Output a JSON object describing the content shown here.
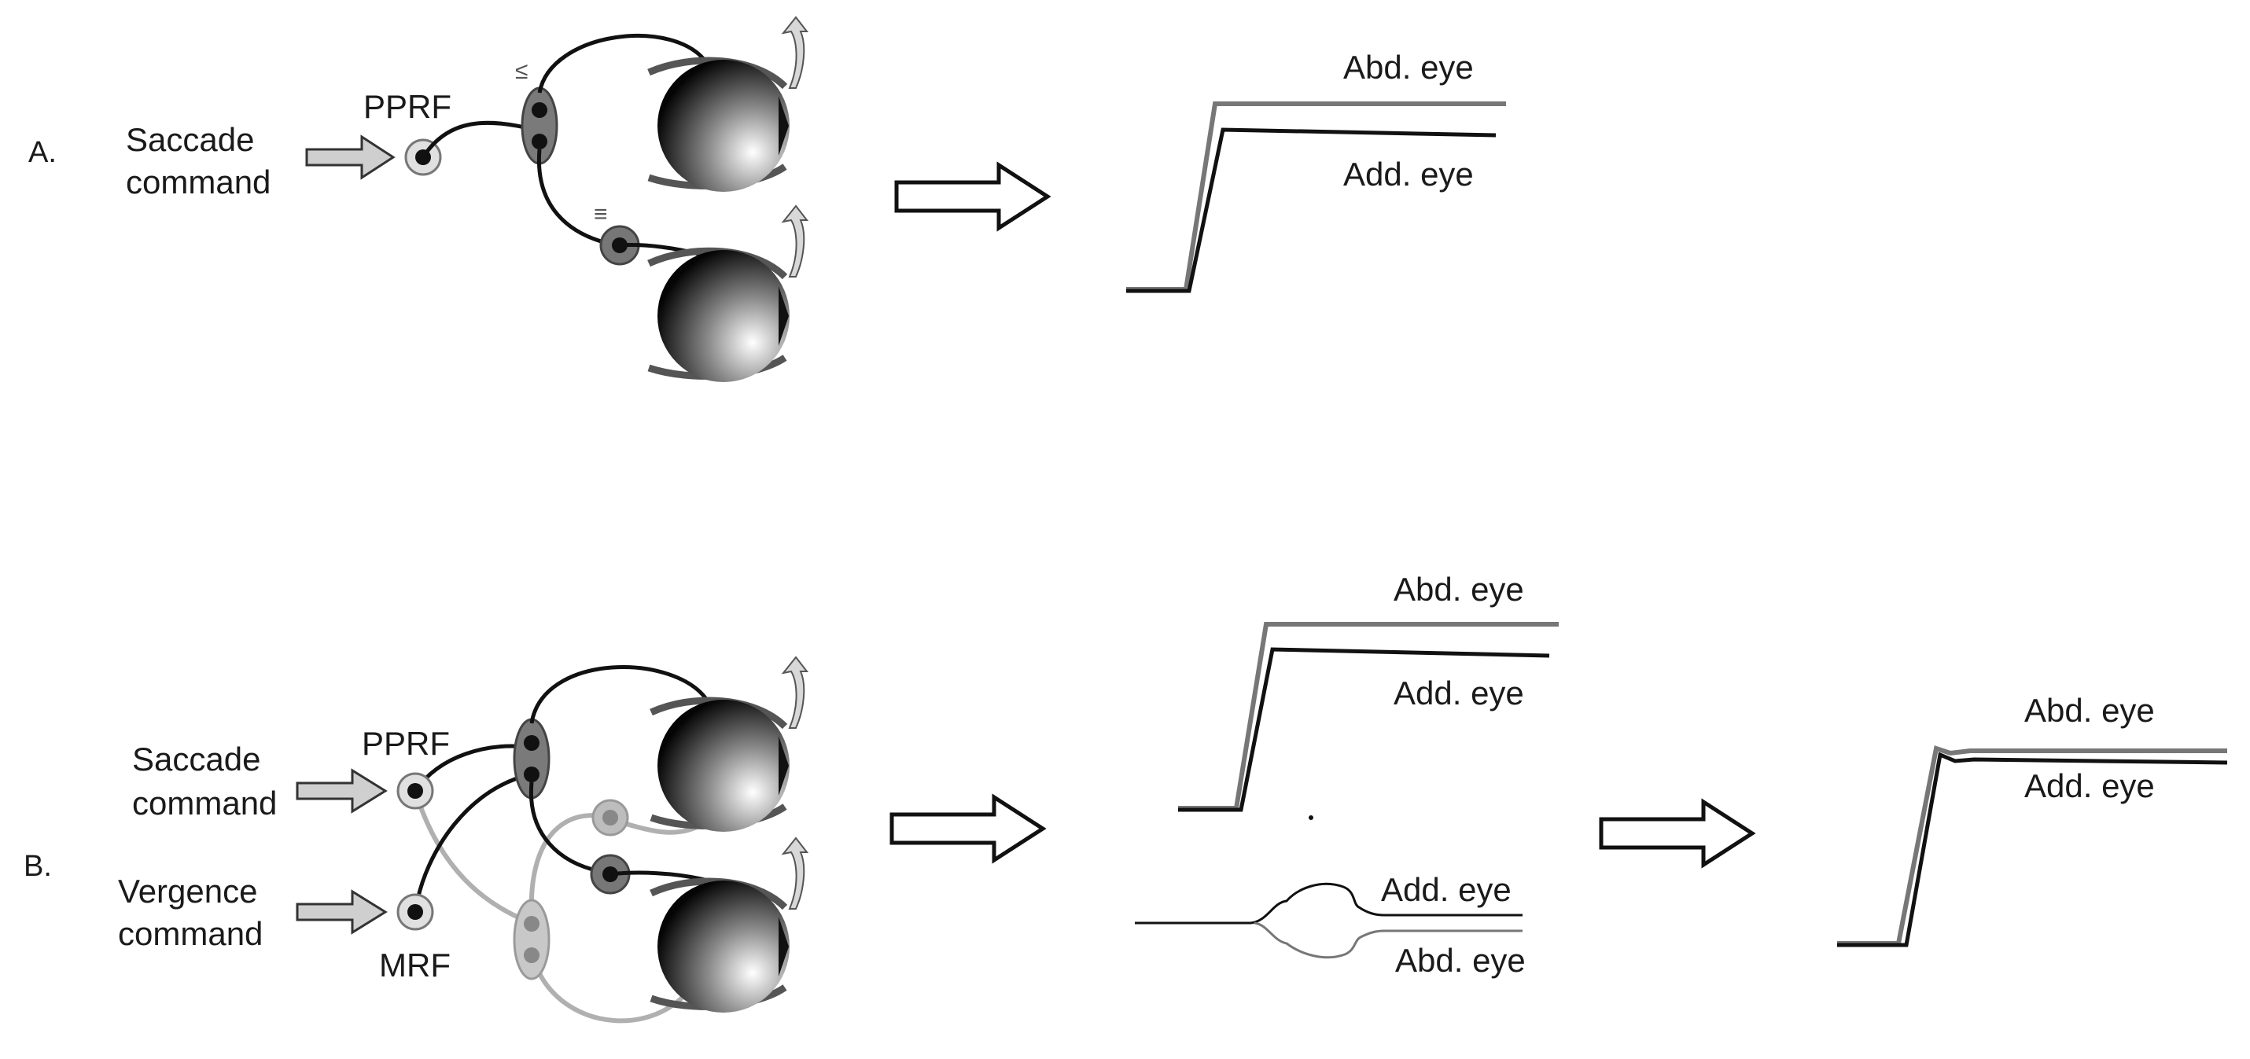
{
  "panels": {
    "a": {
      "letter": "A.",
      "input": "Saccade command",
      "input_line1": "Saccade",
      "input_line2": "command",
      "nucleus": "PPRF",
      "motor_marks": [
        "≤",
        "≡"
      ],
      "traces": {
        "upper": "Abd. eye",
        "lower": "Add. eye"
      }
    },
    "b": {
      "letter": "B.",
      "saccade_line1": "Saccade",
      "saccade_line2": "command",
      "vergence_line1": "Vergence",
      "vergence_line2": "command",
      "nucleus_saccade": "PPRF",
      "nucleus_vergence": "MRF",
      "saccade_traces": {
        "upper": "Abd. eye",
        "lower": "Add. eye"
      },
      "vergence_traces": {
        "upper": "Add. eye",
        "lower": "Abd. eye"
      },
      "combined_traces": {
        "upper": "Abd. eye",
        "lower": "Add. eye"
      }
    }
  },
  "colors": {
    "ink": "#111111",
    "gray_trace": "#777777",
    "vergence_path": "#b0b0b0",
    "arrow_fill": "#cfcfcf"
  }
}
